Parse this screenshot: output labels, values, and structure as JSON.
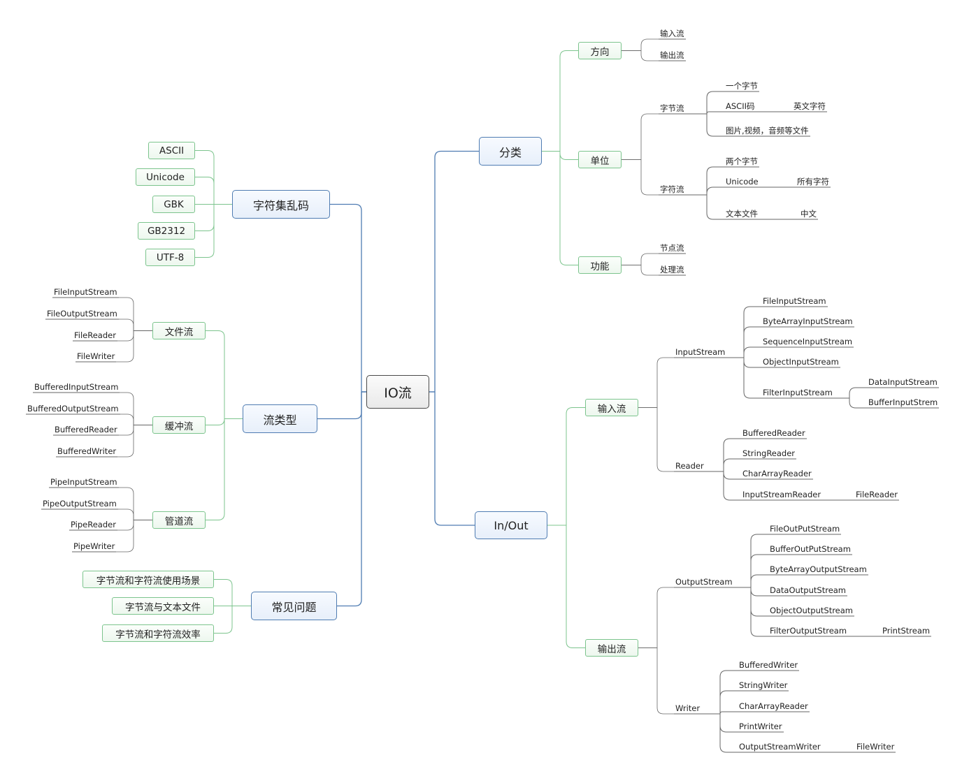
{
  "root": "IO流",
  "classification": {
    "title": "分类",
    "direction": {
      "label": "方向",
      "items": [
        "输入流",
        "输出流"
      ]
    },
    "unit": {
      "label": "单位",
      "byte_stream": {
        "label": "字节流",
        "items": [
          "一个字节",
          "ASCII码",
          "英文字符",
          "图片,视频，音频等文件"
        ]
      },
      "char_stream": {
        "label": "字符流",
        "items": [
          "两个字节",
          "Unicode",
          "所有字符",
          "文本文件",
          "中文"
        ]
      }
    },
    "function": {
      "label": "功能",
      "items": [
        "节点流",
        "处理流"
      ]
    }
  },
  "inout": {
    "title": "In/Out",
    "input": {
      "label": "输入流",
      "inputstream": {
        "label": "InputStream",
        "items": [
          "FileInputStream",
          "ByteArrayInputStream",
          "SequenceInputStream",
          "ObjectInputStream",
          "FilterInputStream",
          "DataInputStream",
          "BufferInputStrem"
        ]
      },
      "reader": {
        "label": "Reader",
        "items": [
          "BufferedReader",
          "StringReader",
          "CharArrayReader",
          "InputStreamReader",
          "FileReader"
        ]
      }
    },
    "output": {
      "label": "输出流",
      "outputstream": {
        "label": "OutputStream",
        "items": [
          "FileOutPutStream",
          "BufferOutPutStream",
          "ByteArrayOutputStream",
          "DataOutputStream",
          "ObjectOutputStream",
          "FilterOutputStream",
          "PrintStream"
        ]
      },
      "writer": {
        "label": "Writer",
        "items": [
          "BufferedWriter",
          "StringWriter",
          "CharArrayReader",
          "PrintWriter",
          "OutputStreamWriter",
          "FileWriter"
        ]
      }
    }
  },
  "charset": {
    "title": "字符集乱码",
    "items": [
      "ASCII",
      "Unicode",
      "GBK",
      "GB2312",
      "UTF-8"
    ]
  },
  "stream_types": {
    "title": "流类型",
    "file": {
      "label": "文件流",
      "items": [
        "FileInputStream",
        "FileOutputStream",
        "FileReader",
        "FileWriter"
      ]
    },
    "buffer": {
      "label": "缓冲流",
      "items": [
        "BufferedInputStream",
        "BufferedOutputStream",
        "BufferedReader",
        "BufferedWriter"
      ]
    },
    "pipe": {
      "label": "管道流",
      "items": [
        "PipeInputStream",
        "PipeOutputStream",
        "PipeReader",
        "PipeWriter"
      ]
    }
  },
  "faq": {
    "title": "常见问题",
    "items": [
      "字节流和字符流使用场景",
      "字节流与文本文件",
      "字节流和字符流效率"
    ]
  }
}
